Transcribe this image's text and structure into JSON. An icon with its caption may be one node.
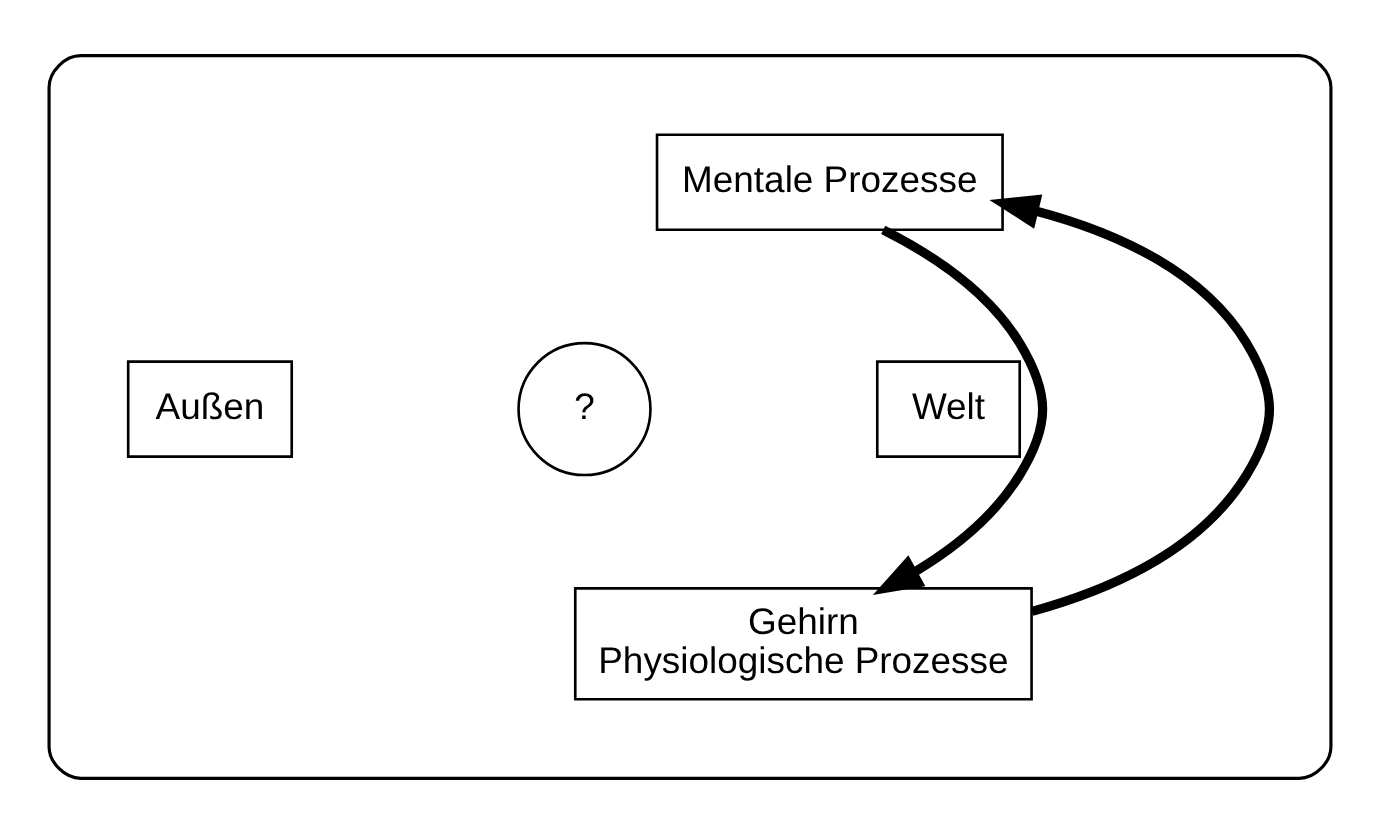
{
  "diagram": {
    "nodes": [
      {
        "text": [],
        "shape": "ellipse"
      },
      {
        "text": [
          "Mentale Prozesse"
        ],
        "in": 0
      },
      {
        "text": [
          "Außen"
        ],
        "in": 0
      },
      {
        "text": [
          "?"
        ],
        "in": 0
      },
      {
        "text": [
          "Welt"
        ],
        "in": 0
      },
      {
        "text": [
          "Gehirn",
          "Physiologische Prozesse"
        ],
        "in": 0
      }
    ],
    "edges": [
      {
        "from": 1,
        "to": 5,
        "arrow": "to"
      },
      {
        "from": 5,
        "to": 1,
        "arrow": "to"
      }
    ]
  }
}
